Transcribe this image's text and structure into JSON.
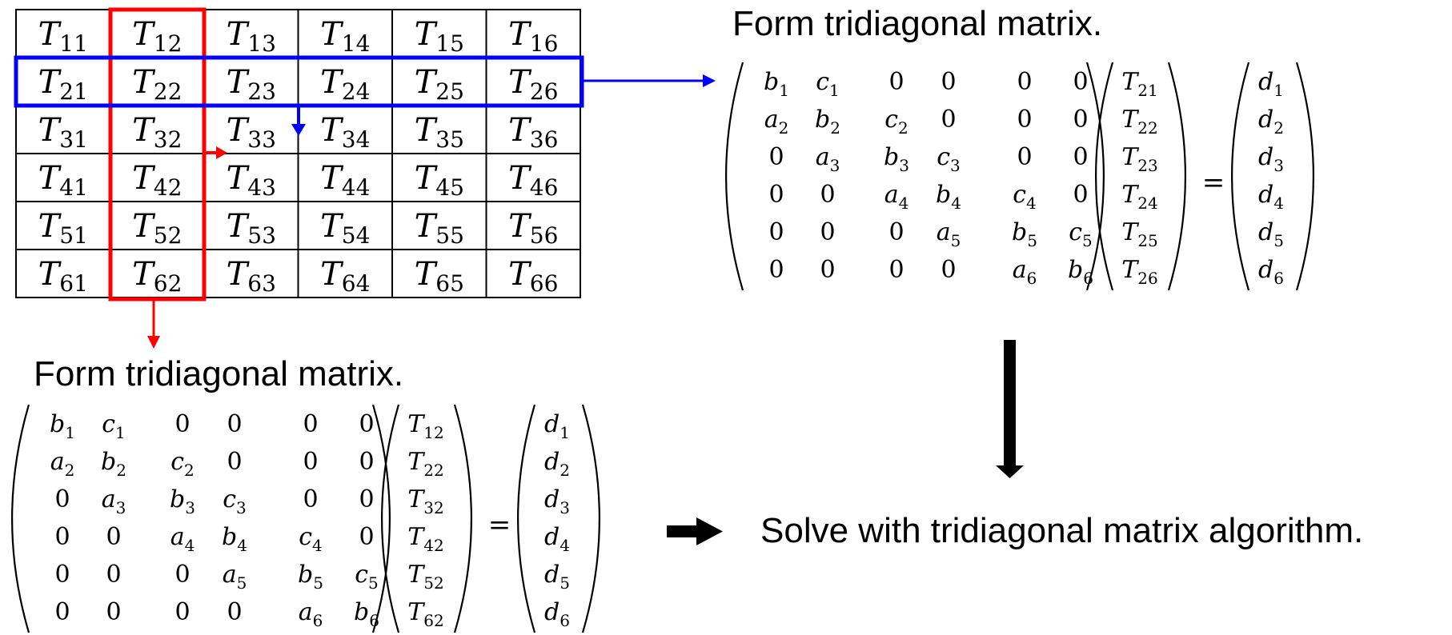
{
  "grid": {
    "symbol": "T",
    "rows": [
      [
        "11",
        "12",
        "13",
        "14",
        "15",
        "16"
      ],
      [
        "21",
        "22",
        "23",
        "24",
        "25",
        "26"
      ],
      [
        "31",
        "32",
        "33",
        "34",
        "35",
        "36"
      ],
      [
        "41",
        "42",
        "43",
        "44",
        "45",
        "46"
      ],
      [
        "51",
        "52",
        "53",
        "54",
        "55",
        "56"
      ],
      [
        "61",
        "62",
        "63",
        "64",
        "65",
        "66"
      ]
    ],
    "highlighted_row_index": 1,
    "highlighted_column_index": 1,
    "row_highlight_color": "#0000ff",
    "column_highlight_color": "#ff0000"
  },
  "top_panel": {
    "caption": "Form tridiagonal matrix.",
    "vector": [
      [
        "T",
        "21"
      ],
      [
        "T",
        "22"
      ],
      [
        "T",
        "23"
      ],
      [
        "T",
        "24"
      ],
      [
        "T",
        "25"
      ],
      [
        "T",
        "26"
      ]
    ]
  },
  "bottom_panel": {
    "caption": "Form tridiagonal matrix.",
    "vector": [
      [
        "T",
        "12"
      ],
      [
        "T",
        "22"
      ],
      [
        "T",
        "32"
      ],
      [
        "T",
        "42"
      ],
      [
        "T",
        "52"
      ],
      [
        "T",
        "62"
      ]
    ]
  },
  "matrix": [
    [
      [
        "b",
        "1"
      ],
      [
        "c",
        "1"
      ],
      [
        "0",
        ""
      ],
      [
        "0",
        ""
      ],
      [
        "0",
        ""
      ],
      [
        "0",
        ""
      ]
    ],
    [
      [
        "a",
        "2"
      ],
      [
        "b",
        "2"
      ],
      [
        "c",
        "2"
      ],
      [
        "0",
        ""
      ],
      [
        "0",
        ""
      ],
      [
        "0",
        ""
      ]
    ],
    [
      [
        "0",
        ""
      ],
      [
        "a",
        "3"
      ],
      [
        "b",
        "3"
      ],
      [
        "c",
        "3"
      ],
      [
        "0",
        ""
      ],
      [
        "0",
        ""
      ]
    ],
    [
      [
        "0",
        ""
      ],
      [
        "0",
        ""
      ],
      [
        "a",
        "4"
      ],
      [
        "b",
        "4"
      ],
      [
        "c",
        "4"
      ],
      [
        "0",
        ""
      ]
    ],
    [
      [
        "0",
        ""
      ],
      [
        "0",
        ""
      ],
      [
        "0",
        ""
      ],
      [
        "a",
        "5"
      ],
      [
        "b",
        "5"
      ],
      [
        "c",
        "5"
      ]
    ],
    [
      [
        "0",
        ""
      ],
      [
        "0",
        ""
      ],
      [
        "0",
        ""
      ],
      [
        "0",
        ""
      ],
      [
        "a",
        "6"
      ],
      [
        "b",
        "6"
      ]
    ]
  ],
  "rhs": [
    [
      "d",
      "1"
    ],
    [
      "d",
      "2"
    ],
    [
      "d",
      "3"
    ],
    [
      "d",
      "4"
    ],
    [
      "d",
      "5"
    ],
    [
      "d",
      "6"
    ]
  ],
  "equals": "=",
  "solve_text": "Solve with tridiagonal matrix algorithm.",
  "icons": {
    "row_arrow": "blue-arrow-right-icon",
    "column_arrow": "red-arrow-down-icon",
    "sweep_arrow_down": "blue-arrow-down-icon",
    "sweep_arrow_right": "red-arrow-right-icon",
    "down_arrow": "black-arrow-down-icon",
    "right_arrow": "black-arrow-right-icon"
  }
}
